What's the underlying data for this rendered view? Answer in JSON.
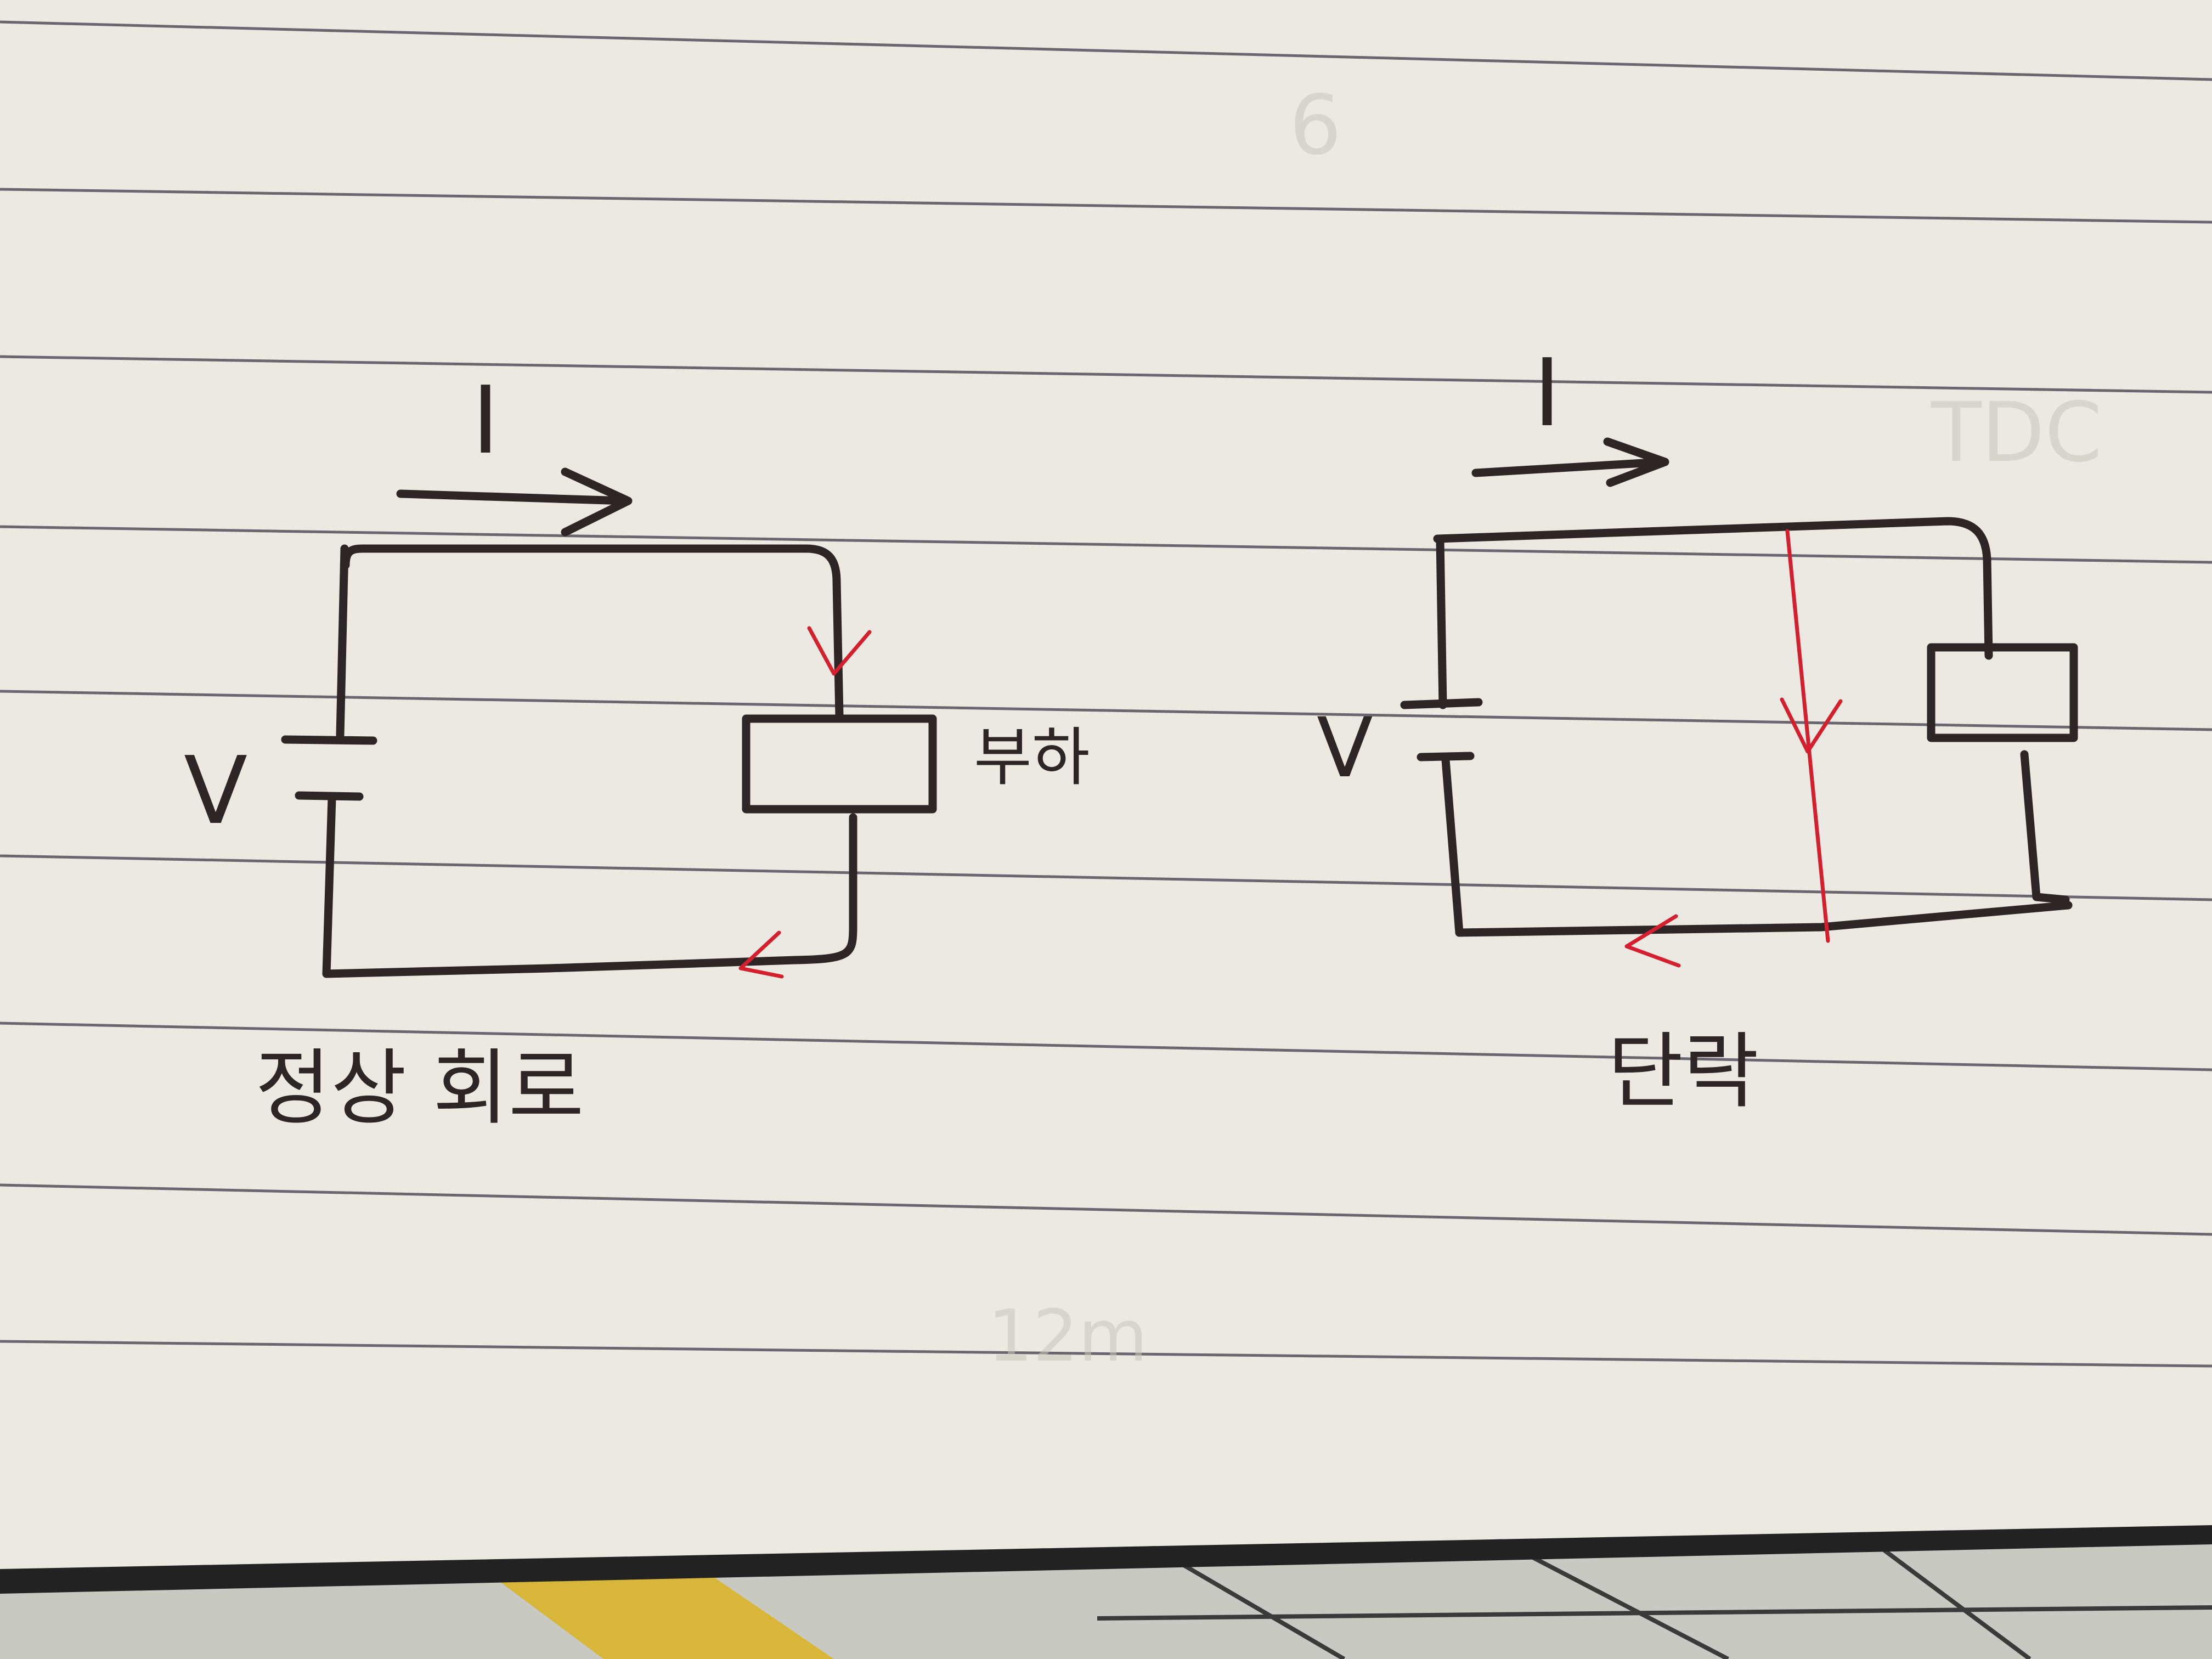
{
  "colors": {
    "paper": "#ebe9e2",
    "rule": "#6a6670",
    "ink": "#2e2626",
    "red_pen": "#d4202e",
    "table": "#c9c9c4",
    "tape": "#d8b63a"
  },
  "normal_circuit": {
    "current_label": "I",
    "voltage_label": "V",
    "load_label": "부하",
    "caption": "정상 회로"
  },
  "short_circuit": {
    "current_label": "I",
    "voltage_label": "V",
    "caption": "단락"
  },
  "bleed_through": [
    "6",
    "TDC",
    "12m"
  ]
}
